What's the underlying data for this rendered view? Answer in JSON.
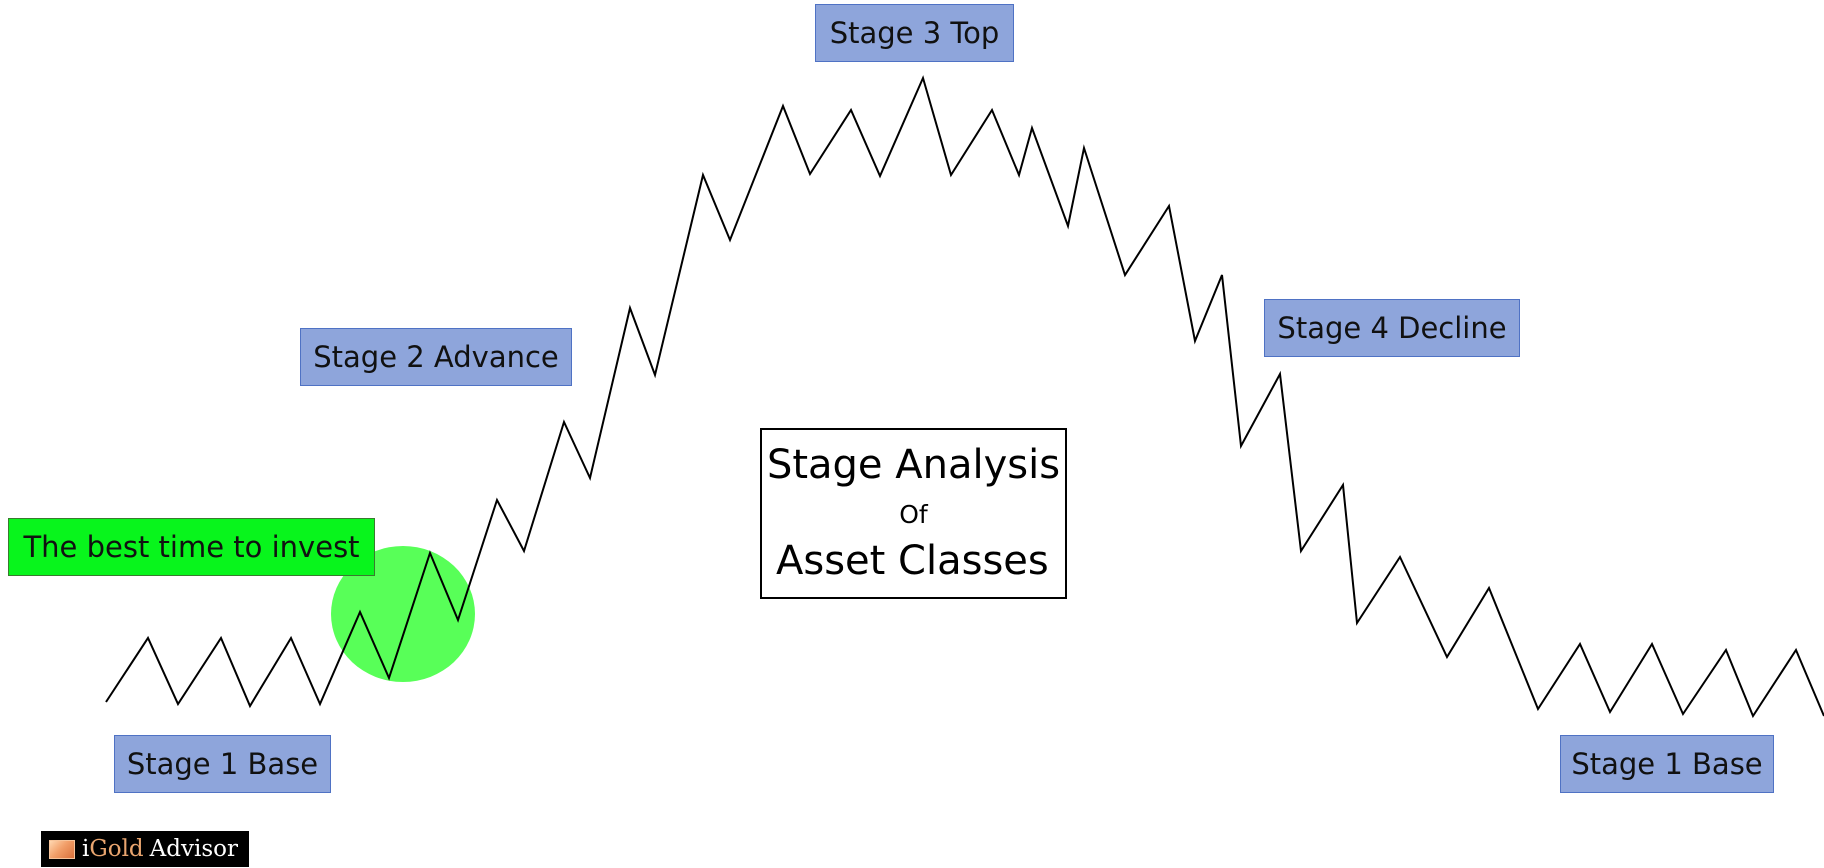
{
  "labels": {
    "stage1_left": "Stage 1 Base",
    "stage2": "Stage 2 Advance",
    "stage3": "Stage 3 Top",
    "stage4": "Stage 4 Decline",
    "stage1_right": "Stage 1 Base",
    "best_time": "The best time to invest"
  },
  "title": {
    "line1": "Stage Analysis",
    "line2": "Of",
    "line3": "Asset Classes"
  },
  "logo": {
    "i": "i",
    "gold": "Gold",
    "advisor": "Advisor"
  },
  "colors": {
    "stage_label_fill": "#8ea5db",
    "stage_label_border": "#4f72c4",
    "invest_label_fill": "#08f51c",
    "highlight_circle": "#33ff33",
    "price_line": "#000000"
  }
}
